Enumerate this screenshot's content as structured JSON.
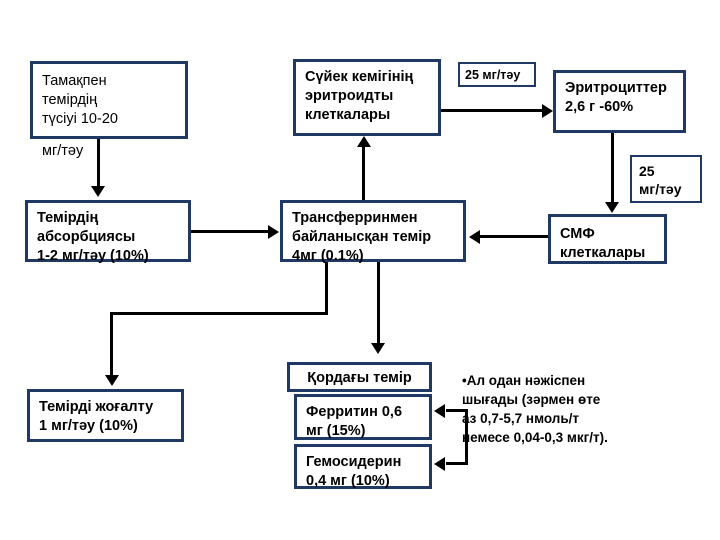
{
  "diagram": {
    "title": "Iron metabolism flow diagram",
    "accent_border_color": "#1F3864",
    "connector_color": "#000000",
    "boxes": {
      "food": {
        "l1": "Тамақпен",
        "l2": "темірдің",
        "l3": "түсіуі 10-20",
        "l4": "мг/тәу"
      },
      "absorption": {
        "l1": "Темірдің",
        "l2": "абсорбциясы",
        "l3": "1-2 мг/тәу (10%)"
      },
      "transferrin": {
        "l1": "Трансферринмен",
        "l2": "байланысқан темір",
        "l3": "4мг (0.1%)"
      },
      "marrow": {
        "l1": "Сүйек кемігінің",
        "l2": "эритроидты",
        "l3": "клеткалары"
      },
      "erythrocytes": {
        "l1": "Эритроциттер",
        "l2": "2,6 г -60%"
      },
      "smf": {
        "l1": "СМФ",
        "l2": "клеткалары"
      },
      "loss": {
        "l1": "Темірді жоғалту",
        "l2": "1 мг/тәу (10%)"
      },
      "store": {
        "l1": "Қордағы темір"
      },
      "ferritin": {
        "l1": "Ферритин 0,6",
        "l2": "мг (15%)"
      },
      "hemosiderin": {
        "l1": "Гемосидерин",
        "l2": "0,4 мг (10%)"
      }
    },
    "labels": {
      "rate_top": "25 мг/тәу",
      "rate_right_l1": "25",
      "rate_right_l2": "мг/тәу"
    },
    "note": {
      "l1": "•Ал одан нәжіспен",
      "l2": "шығады (зәрмен өте",
      "l3": "аз 0,7-5,7 нмоль/т",
      "l4": "немесе 0,04-0,3 мкг/т)."
    }
  }
}
